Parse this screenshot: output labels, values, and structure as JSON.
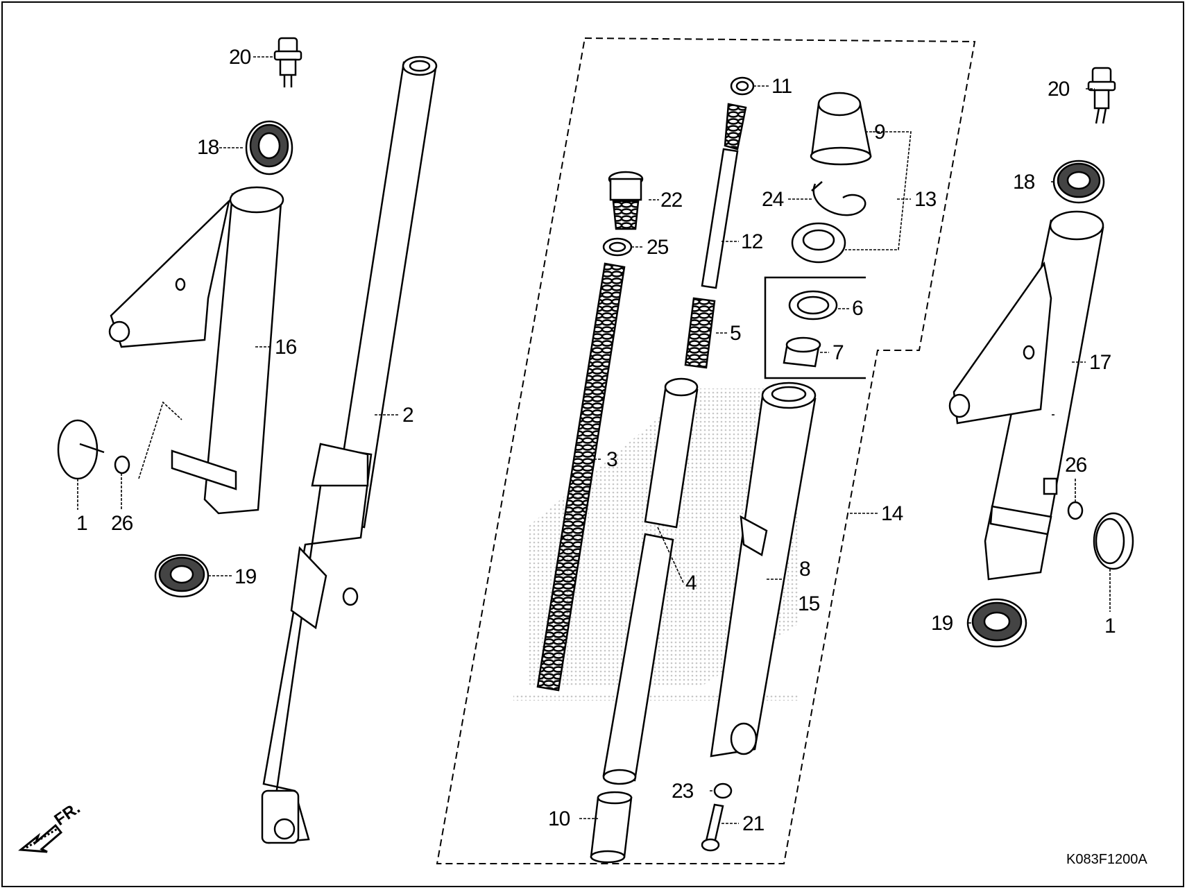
{
  "diagram": {
    "diagram_code": "K083F1200A",
    "direction_label": "FR.",
    "callouts": {
      "c1_left": "1",
      "c1_right": "1",
      "c2": "2",
      "c3": "3",
      "c4": "4",
      "c5": "5",
      "c6": "6",
      "c7": "7",
      "c8": "8",
      "c9": "9",
      "c10": "10",
      "c11": "11",
      "c12": "12",
      "c13": "13",
      "c14": "14",
      "c15": "15",
      "c16": "16",
      "c17": "17",
      "c18_left": "18",
      "c18_right": "18",
      "c19_left": "19",
      "c19_right": "19",
      "c20_left": "20",
      "c20_right": "20",
      "c21": "21",
      "c22": "22",
      "c23": "23",
      "c24": "24",
      "c25": "25",
      "c26_left": "26",
      "c26_right": "26"
    }
  }
}
